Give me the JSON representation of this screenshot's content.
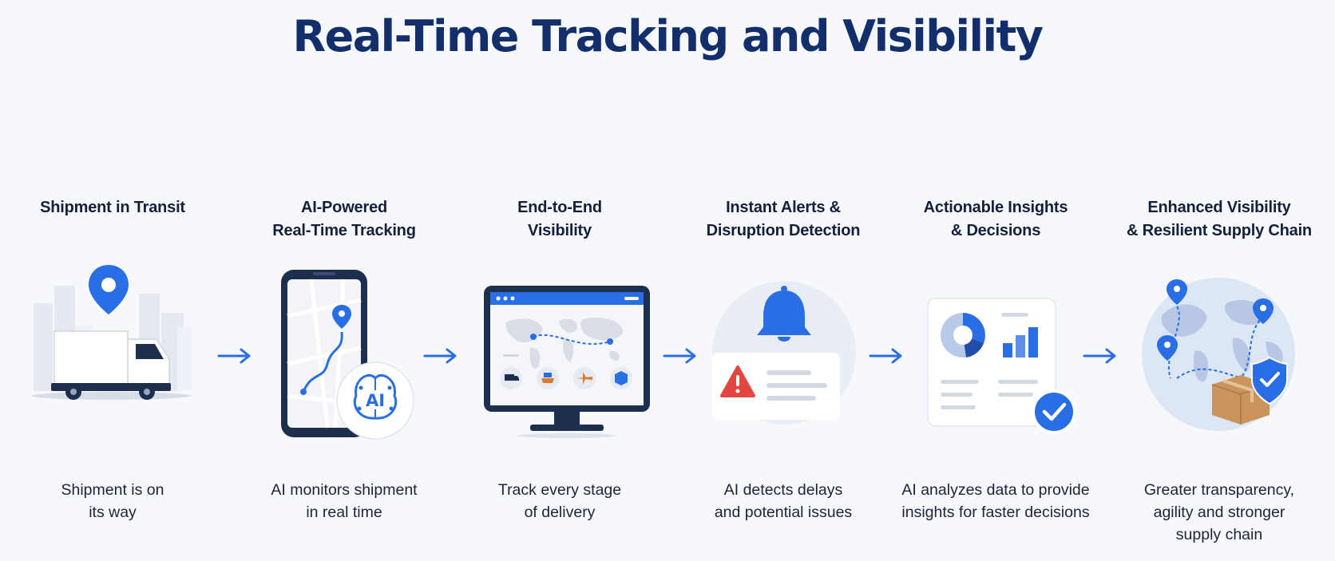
{
  "title": "Real-Time Tracking and Visibility",
  "colors": {
    "title": "#132f6b",
    "accent_blue": "#2a6ee6",
    "dark_navy": "#1d2f4f",
    "alert_red": "#e2473f",
    "orange": "#e07a2d",
    "box_tan": "#c9955c"
  },
  "steps": [
    {
      "icon": "truck-with-location-pin-icon",
      "title_lines": [
        "Shipment in Transit"
      ],
      "desc_lines": [
        "Shipment is on",
        "its way"
      ]
    },
    {
      "icon": "smartphone-map-ai-brain-icon",
      "title_lines": [
        "AI-Powered",
        "Real-Time Tracking"
      ],
      "desc_lines": [
        "AI monitors shipment",
        "in real time"
      ],
      "badge": "AI"
    },
    {
      "icon": "monitor-world-map-icon",
      "title_lines": [
        "End-to-End",
        "Visibility"
      ],
      "desc_lines": [
        "Track every stage",
        "of delivery"
      ]
    },
    {
      "icon": "bell-alert-warning-icon",
      "title_lines": [
        "Instant Alerts &",
        "Disruption Detection"
      ],
      "desc_lines": [
        "AI detects delays",
        "and potential issues"
      ]
    },
    {
      "icon": "dashboard-charts-checkmark-icon",
      "title_lines": [
        "Actionable Insights",
        "& Decisions"
      ],
      "desc_lines": [
        "AI analyzes data to provide",
        "insights for faster decisions"
      ]
    },
    {
      "icon": "globe-shield-package-icon",
      "title_lines": [
        "Enhanced Visibility",
        "& Resilient Supply Chain"
      ],
      "desc_lines": [
        "Greater transparency,",
        "agility and stronger",
        "supply chain"
      ]
    }
  ]
}
